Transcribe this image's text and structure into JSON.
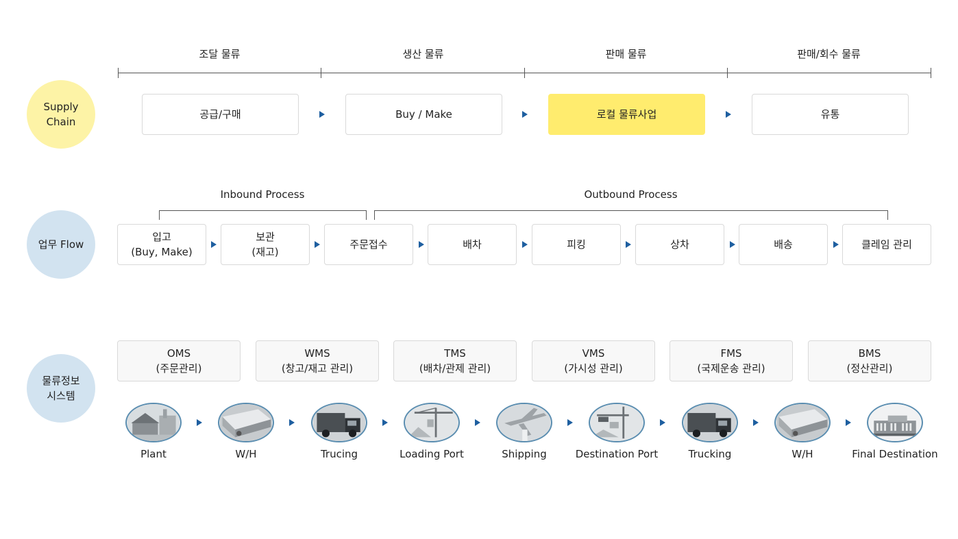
{
  "rows": {
    "supply_chain": "Supply\nChain",
    "work_flow": "업무 Flow",
    "info_system": "물류정보\n시스템"
  },
  "phases": [
    "조달 물류",
    "생산 물류",
    "판매 물류",
    "판매/회수 물류"
  ],
  "supply_chain_boxes": [
    "공급/구매",
    "Buy / Make",
    "로컬 물류사업",
    "유통"
  ],
  "process_labels": {
    "inbound": "Inbound Process",
    "outbound": "Outbound Process"
  },
  "flow_boxes": [
    "입고\n(Buy, Make)",
    "보관\n(재고)",
    "주문접수",
    "배차",
    "피킹",
    "상차",
    "배송",
    "클레임 관리"
  ],
  "systems": [
    "OMS\n(주문관리)",
    "WMS\n(창고/재고 관리)",
    "TMS\n(배차/관제 관리)",
    "VMS\n(가시성 관리)",
    "FMS\n(국제운송 관리)",
    "BMS\n(정산관리)"
  ],
  "nodes": [
    "Plant",
    "W/H",
    "Trucing",
    "Loading Port",
    "Shipping",
    "Destination Port",
    "Trucking",
    "W/H",
    "Final Destination"
  ],
  "node_icons": [
    "factory-photo-icon",
    "warehouse-photo-icon",
    "truck-photo-icon",
    "crane-photo-icon",
    "airplane-photo-icon",
    "port-crane-photo-icon",
    "truck-photo-icon",
    "warehouse-photo-icon",
    "building-photo-icon"
  ],
  "colors": {
    "accent_yellow": "#ffec6e",
    "circle_yellow": "#fdf3a6",
    "circle_blue": "#d2e3f0",
    "arrow": "#1e5fa0",
    "node_border": "#5a8db0"
  }
}
